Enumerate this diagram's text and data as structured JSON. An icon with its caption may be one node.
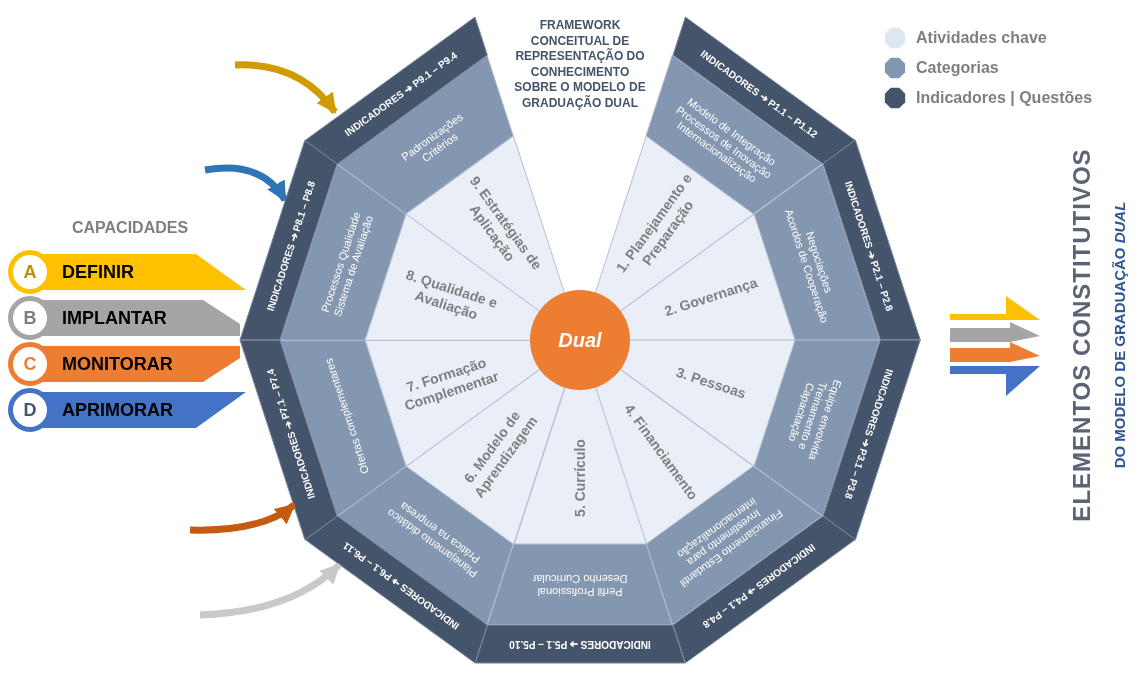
{
  "diagram": {
    "title": "FRAMEWORK CONCEITUAL DE REPRESENTAÇÃO DO CONHECIMENTO SOBRE O MODELO DE GRADUAÇÃO DUAL",
    "nodes": [
      {
        "text": [
          "Dual"
        ]
      },
      {
        "text": [
          "1. Planejamento e Preparação"
        ]
      },
      {
        "text": [
          "2. Governança"
        ]
      },
      {
        "text": [
          "3. Pessoas"
        ]
      },
      {
        "text": [
          "4. Financiamento"
        ]
      },
      {
        "text": [
          "5. Currículo"
        ]
      },
      {
        "text": [
          "6. Modelo de Aprendizagem"
        ]
      },
      {
        "text": [
          "7. Formação Complementar"
        ]
      },
      {
        "text": [
          "8. Qualidade e Avaliação"
        ]
      },
      {
        "text": [
          "9. Estratégias de Aplicação"
        ]
      },
      {
        "text": [
          "Modelo de Integração",
          "Processos de Inovação",
          "Internacionalização"
        ]
      },
      {
        "text": [
          "Negociações",
          "Acordos de Cooperação"
        ]
      },
      {
        "text": [
          "Equipe envolvida",
          "Treinamento e Capacitação"
        ]
      },
      {
        "text": [
          "Financiamento Estudantil",
          "Investimento para internacionalização"
        ]
      },
      {
        "text": [
          "Perfil Profissional",
          "Desenho Curricular"
        ]
      },
      {
        "text": [
          "Planejamento didático",
          "Prática na empresa"
        ]
      },
      {
        "text": [
          "Ofertas complementares"
        ]
      },
      {
        "text": [
          "Processos Qualidade",
          "Sistema de Avaliação"
        ]
      },
      {
        "text": [
          "Padronizações",
          "Critérios"
        ]
      },
      {
        "text": [
          "INDICADORES ➔ P1.1 – P1.12"
        ]
      },
      {
        "text": [
          "INDICADORES ➔ P2.1 – P2.8"
        ]
      },
      {
        "text": [
          "INDICADORES ➔ P3.1 – P3.8"
        ]
      },
      {
        "text": [
          "INDICADORES ➔ P4.1 – P4.8"
        ]
      },
      {
        "text": [
          "INDICADORES ➔ P5.1 – P5.10"
        ]
      },
      {
        "text": [
          "INDICADORES ➔ P6.1 – P6.11"
        ]
      },
      {
        "text": [
          "INDICADORES ➔ P7.1 – P7.4"
        ]
      },
      {
        "text": [
          "INDICADORES ➔ P8.1 – P8.8"
        ]
      },
      {
        "text": [
          "INDICADORES ➔ P9.1 – P9.4"
        ]
      },
      {
        "text": [
          "A",
          "DEFINIR"
        ]
      },
      {
        "text": [
          "B",
          "IMPLANTAR"
        ]
      },
      {
        "text": [
          "C",
          "MONITORAR"
        ]
      },
      {
        "text": [
          "D",
          "APRIMORAR"
        ]
      }
    ],
    "edges": [
      {
        "from": null,
        "to": 27,
        "arrow": "to",
        "color": "#d09b00"
      },
      {
        "from": null,
        "to": 26,
        "arrow": "to",
        "color": "#2e75b6"
      },
      {
        "from": null,
        "to": 25,
        "arrow": "to",
        "color": "#c55a11"
      },
      {
        "from": null,
        "to": 24,
        "arrow": "to",
        "color": "#c9c9c9"
      }
    ],
    "labels": [
      "CAPACIDADES",
      "ELEMENTOS CONSTITUTIVOS",
      "DO MODELO DE GRADUAÇÃO *DUAL*"
    ],
    "legend": [
      {
        "text": "Atividades chave",
        "color": "#dce6f4"
      },
      {
        "text": "Categorias",
        "color": "#8497b0"
      },
      {
        "text": "Indicadores | Questões",
        "color": "#44546a"
      }
    ]
  }
}
